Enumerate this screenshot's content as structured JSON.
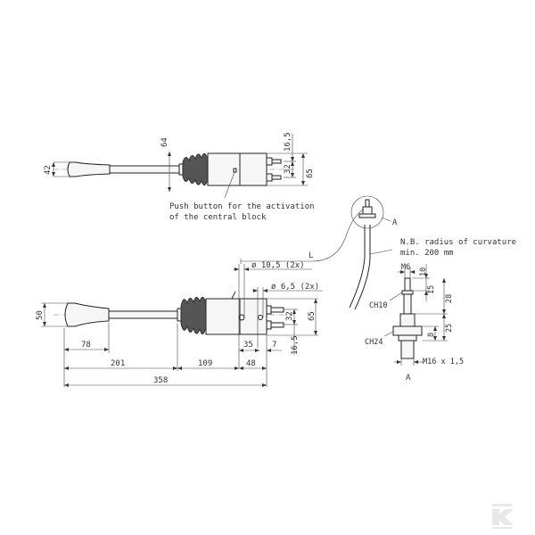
{
  "top_view": {
    "dims": {
      "height_knob": "42",
      "total_height": "64",
      "offset": "16,5",
      "spacing": "32",
      "block_height": "65"
    },
    "annotation_line1": "Push button for the activation",
    "annotation_line2": "of the central block"
  },
  "side_view": {
    "dims": {
      "knob_height": "50",
      "knob_length": "78",
      "lever_length": "201",
      "body_length": "109",
      "end_length": "48",
      "hole_spacing": "35",
      "stud_offset": "7",
      "total_length": "358",
      "block_height": "65",
      "stud_spacing": "32",
      "bottom_offset": "16,5",
      "hole_large": "ø 10,5 (2x)",
      "hole_small": "ø 6,5 (2x)",
      "cable_length": "L"
    }
  },
  "detail": {
    "label_circle": "A",
    "label_bottom": "A",
    "note_line1": "N.B. radius of curvature",
    "note_line2": "min. 200 mm",
    "thread_small": "M6",
    "dim_10": "10",
    "dim_15": "15",
    "dim_28": "28",
    "dim_8": "8",
    "dim_25": "25",
    "nut_small": "CH10",
    "nut_large": "CH24",
    "thread_large": "M16 x 1,5"
  },
  "watermark": {
    "brand_glyph": "K"
  }
}
